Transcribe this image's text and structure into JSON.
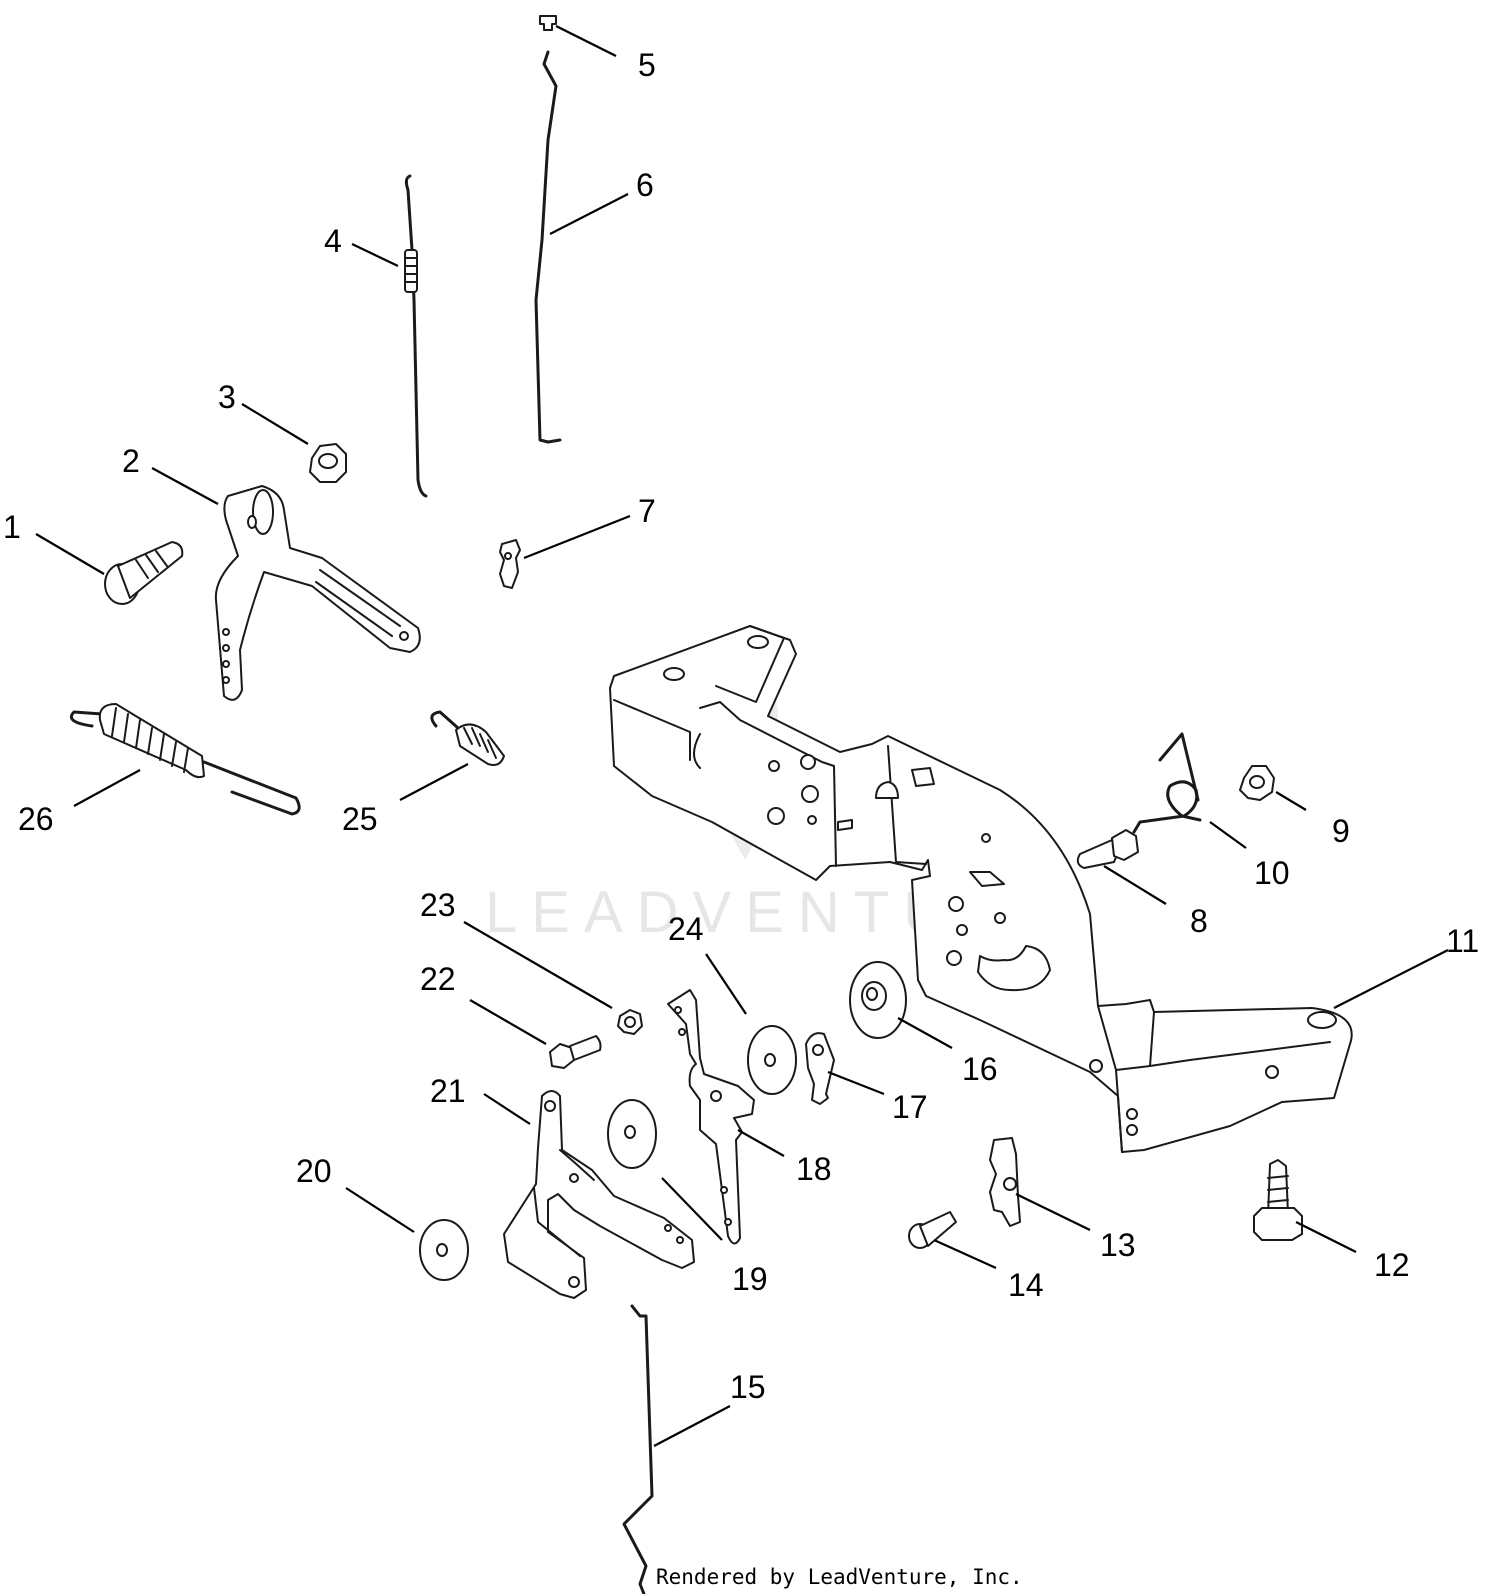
{
  "callouts": [
    "1",
    "2",
    "3",
    "4",
    "5",
    "6",
    "7",
    "8",
    "9",
    "10",
    "11",
    "12",
    "13",
    "14",
    "15",
    "16",
    "17",
    "18",
    "19",
    "20",
    "21",
    "22",
    "23",
    "24",
    "25",
    "26"
  ],
  "watermark": "LEADVENTURE",
  "credit": "Rendered by LeadVenture, Inc."
}
